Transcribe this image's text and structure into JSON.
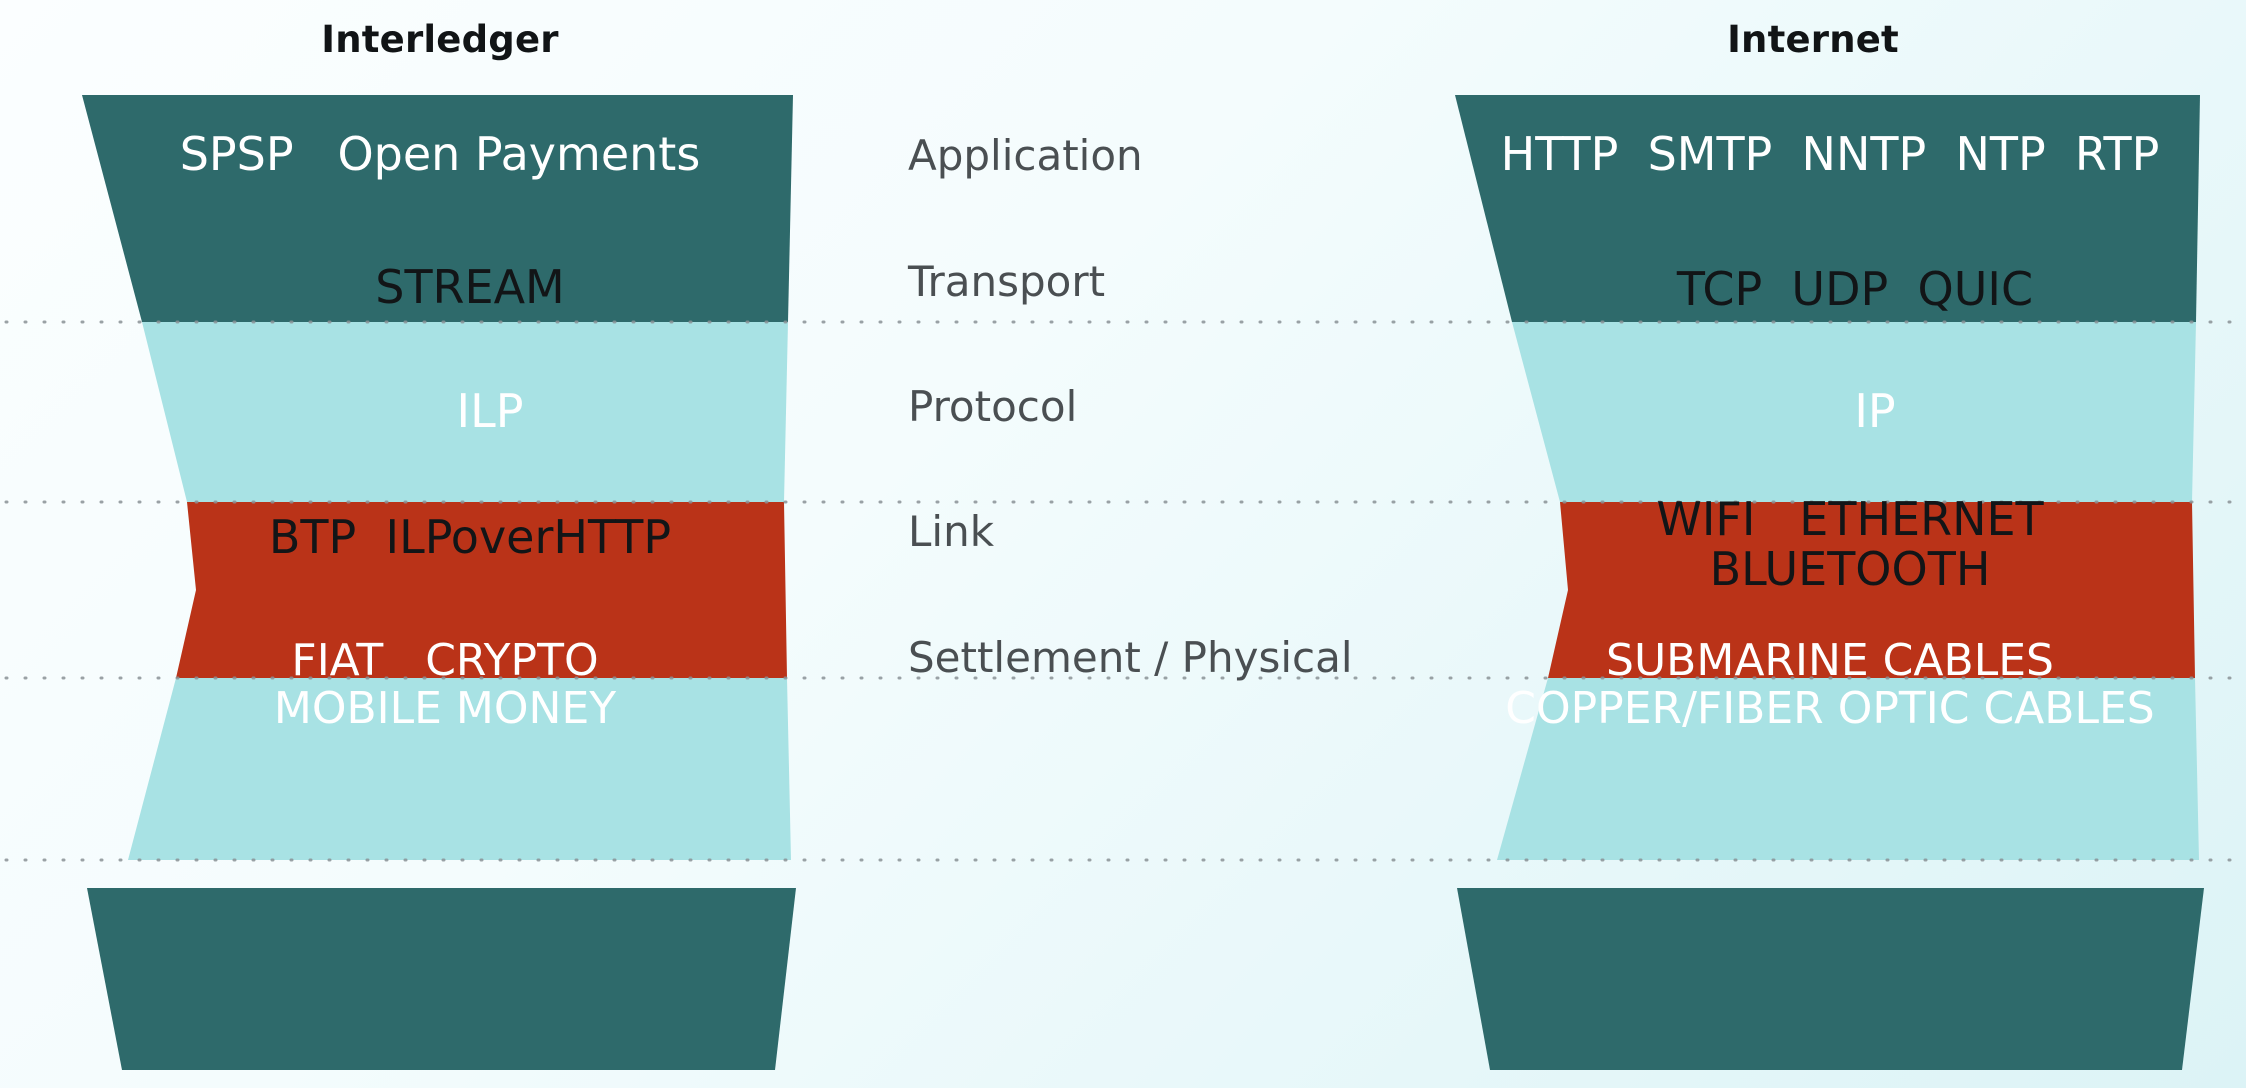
{
  "columns": {
    "left_title": "Interledger",
    "right_title": "Internet"
  },
  "layer_labels": [
    "Application",
    "Transport",
    "Protocol",
    "Link",
    "Settlement / Physical"
  ],
  "left_stack": [
    {
      "layer": "Application",
      "text": "SPSP   Open Payments",
      "fill": "dark"
    },
    {
      "layer": "Transport",
      "text": "STREAM",
      "fill": "light"
    },
    {
      "layer": "Protocol",
      "text": "ILP",
      "fill": "red"
    },
    {
      "layer": "Link",
      "text": "BTP  ILPoverHTTP",
      "fill": "light"
    },
    {
      "layer": "Settlement / Physical",
      "text": "FIAT   CRYPTO\nMOBILE MONEY",
      "fill": "dark"
    }
  ],
  "right_stack": [
    {
      "layer": "Application",
      "text": "HTTP  SMTP  NNTP  NTP  RTP",
      "fill": "dark"
    },
    {
      "layer": "Transport",
      "text": "TCP  UDP  QUIC",
      "fill": "light"
    },
    {
      "layer": "Protocol",
      "text": "IP",
      "fill": "red"
    },
    {
      "layer": "Link",
      "text": "WIFI   ETHERNET\nBLUETOOTH",
      "fill": "light"
    },
    {
      "layer": "Settlement / Physical",
      "text": "SUBMARINE CABLES\nCOPPER/FIBER OPTIC CABLES",
      "fill": "dark"
    }
  ],
  "colors": {
    "dark_teal": "#2E6A6B",
    "light_teal": "#A8E2E4",
    "accent_red": "#BA3318",
    "background": "#F4FCFD",
    "label_text": "#4A4F52",
    "separator": "#8A9296"
  }
}
